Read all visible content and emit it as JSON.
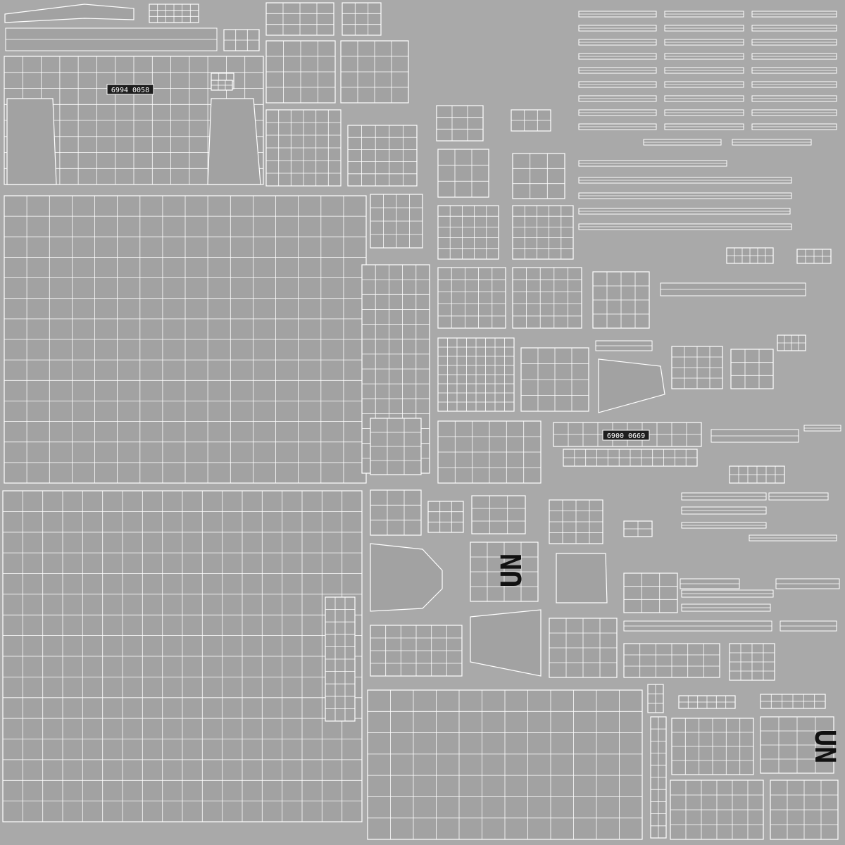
{
  "plates": {
    "plate_a": "6994 0058",
    "plate_b": "6900 0669"
  },
  "markings": {
    "mark_a": "UN",
    "mark_b": "UN"
  },
  "colors": {
    "background": "#a9a9a9",
    "island_fill": "#a2a2a2",
    "wire": "#ffffff",
    "plate_fill": "#1e1e1e",
    "mark_text": "#111111"
  }
}
